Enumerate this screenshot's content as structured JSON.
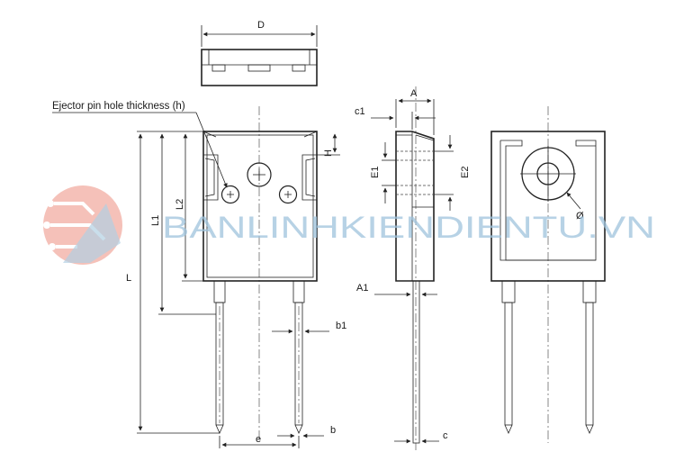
{
  "labels": {
    "D": "D",
    "ejector": "Ejector pin hole thickness (h)",
    "L": "L",
    "L1": "L1",
    "L2": "L2",
    "H": "H",
    "b1": "b1",
    "b": "b",
    "e": "e",
    "A": "A",
    "c1": "c1",
    "E1": "E1",
    "E2": "E2",
    "A1": "A1",
    "c": "c",
    "dia": "Ø"
  },
  "watermark": {
    "text": "BANLINHKIENDIENTU.VN",
    "colors": {
      "logo_primary": "#e8735f",
      "logo_secondary": "#9fc4dd"
    }
  }
}
